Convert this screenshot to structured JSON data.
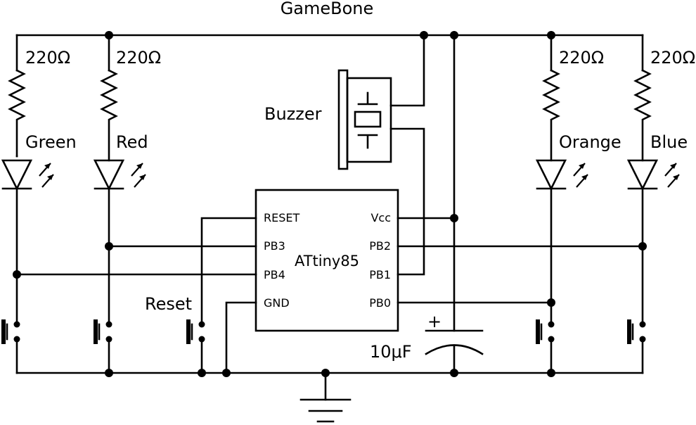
{
  "title": "GameBone",
  "chip": {
    "name": "ATtiny85",
    "left_pins": [
      "RESET",
      "PB3",
      "PB4",
      "GND"
    ],
    "right_pins": [
      "Vcc",
      "PB2",
      "PB1",
      "PB0"
    ]
  },
  "resistors": [
    "220Ω",
    "220Ω",
    "220Ω",
    "220Ω"
  ],
  "leds": [
    "Green",
    "Red",
    "Orange",
    "Blue"
  ],
  "buzzer_label": "Buzzer",
  "reset_label": "Reset",
  "capacitor": {
    "value": "10μF",
    "polarity": "+"
  }
}
